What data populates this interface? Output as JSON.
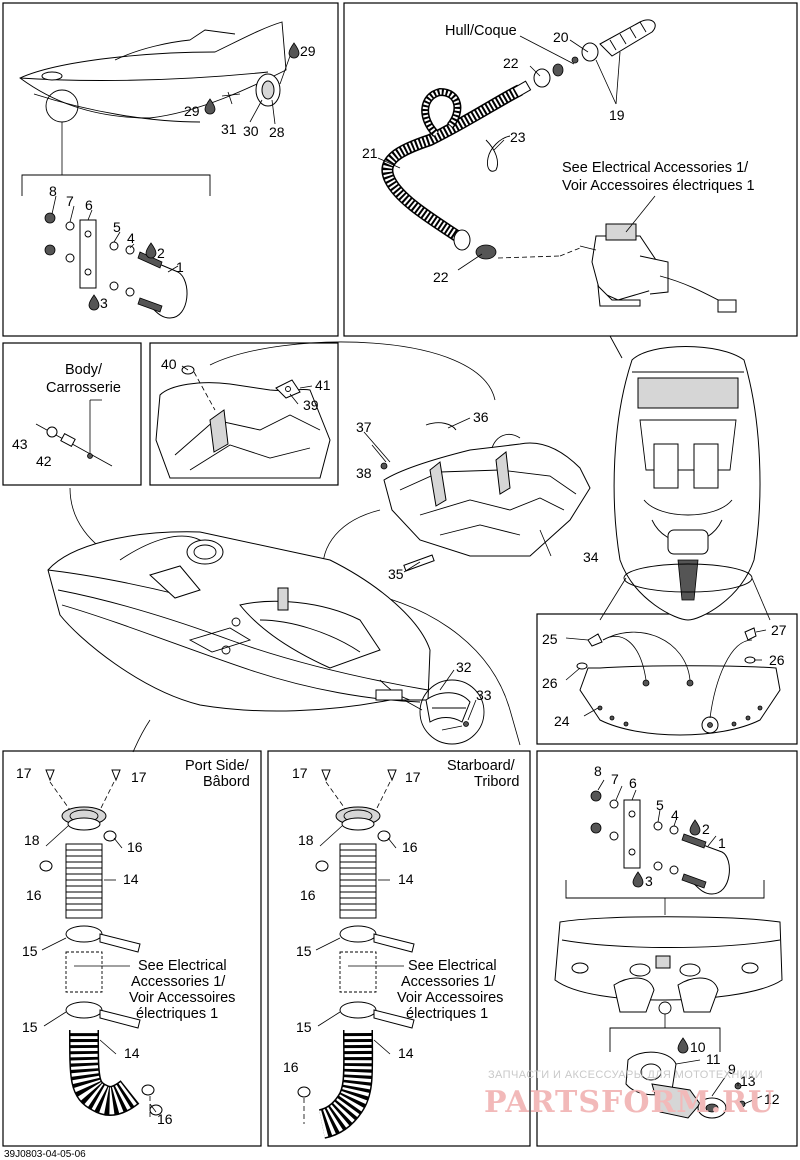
{
  "panels": {
    "hull_coque": "Hull/Coque",
    "see_electrical_1": "See Electrical Accessories 1/",
    "see_electrical_2": "Voir Accessoires électriques 1",
    "body_1": "Body/",
    "body_2": "Carrosserie",
    "port_1": "Port Side/",
    "port_2": "Bâbord",
    "starboard_1": "Starboard/",
    "starboard_2": "Tribord",
    "vent_note_1": "See Electrical",
    "vent_note_2": "Accessories 1/",
    "vent_note_3": "Voir Accessoires",
    "vent_note_4": "électriques 1"
  },
  "part_numbers": {
    "p1": "1",
    "p2": "2",
    "p3": "3",
    "p4": "4",
    "p5": "5",
    "p6": "6",
    "p7": "7",
    "p8": "8",
    "p9": "9",
    "p10": "10",
    "p11": "11",
    "p12": "12",
    "p13": "13",
    "p14": "14",
    "p15": "15",
    "p16": "16",
    "p17": "17",
    "p18": "18",
    "p19": "19",
    "p20": "20",
    "p21": "21",
    "p22": "22",
    "p23": "23",
    "p24": "24",
    "p25": "25",
    "p26": "26",
    "p27": "27",
    "p28": "28",
    "p29": "29",
    "p30": "30",
    "p31": "31",
    "p32": "32",
    "p33": "33",
    "p34": "34",
    "p35": "35",
    "p36": "36",
    "p37": "37",
    "p38": "38",
    "p39": "39",
    "p40": "40",
    "p41": "41",
    "p42": "42",
    "p43": "43"
  },
  "reference_code": "39J0803-04-05-06",
  "watermark": {
    "line1": "ЗАПЧАСТИ И АКСЕССУАРЫ ДЛЯ МОТОТЕХНИКИ",
    "line2": "PARTSFORM.RU"
  },
  "colors": {
    "line": "#000000",
    "fill": "#ffffff",
    "shade": "#d6d6d6",
    "watermark": "#f2b9b9"
  }
}
